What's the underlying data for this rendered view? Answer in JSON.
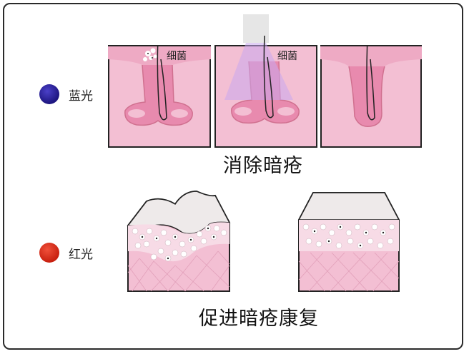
{
  "blue_light": {
    "label": "蓝光",
    "color": "#1d1580"
  },
  "red_light": {
    "label": "红光",
    "color": "#c8200f"
  },
  "acne_panels": {
    "bacteria_label": "细菌",
    "caption": "消除暗疮"
  },
  "skin_panels": {
    "caption": "促进暗疮康复"
  },
  "colors": {
    "skin": "#f3bfd3",
    "follicle": "#e88aae",
    "outline": "#222222",
    "light_beam": "#c9a8ef",
    "top_layer": "#eeeaea"
  }
}
